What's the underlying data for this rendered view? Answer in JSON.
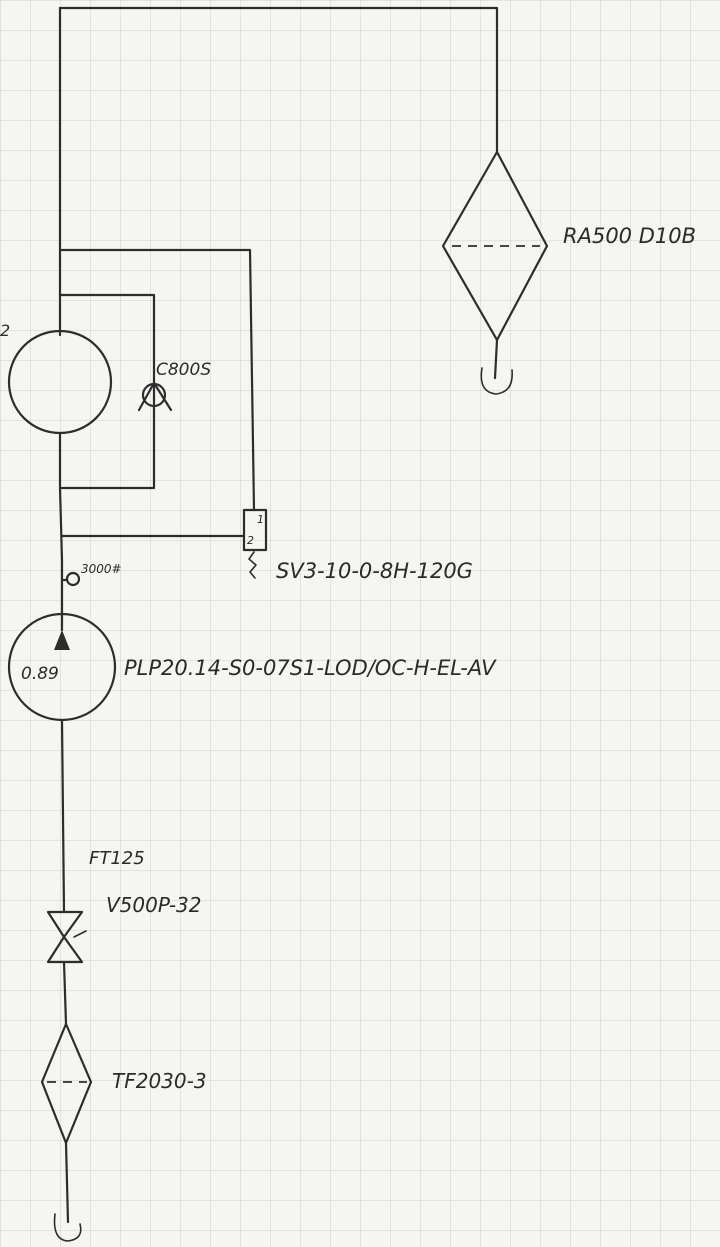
{
  "diagram": {
    "labels": {
      "return_filter": "RA500 D10B",
      "check_valve": "C800S",
      "solenoid_valve": "SV3-10-0-8H-120G",
      "solenoid_positions": [
        "1",
        "2"
      ],
      "gauge_rating": "3000#",
      "pump_value": "0.89",
      "pump": "PLP20.14-S0-07S1-LOD/OC-H-EL-AV",
      "fitting": "FT125",
      "ball_valve": "V500P-32",
      "suction_filter": "TF2030-3",
      "motor_side_mark": "2"
    },
    "colors": {
      "ink": "#2d2d2d",
      "paper": "#f5f5f2",
      "grid": "#b8bec6"
    }
  }
}
